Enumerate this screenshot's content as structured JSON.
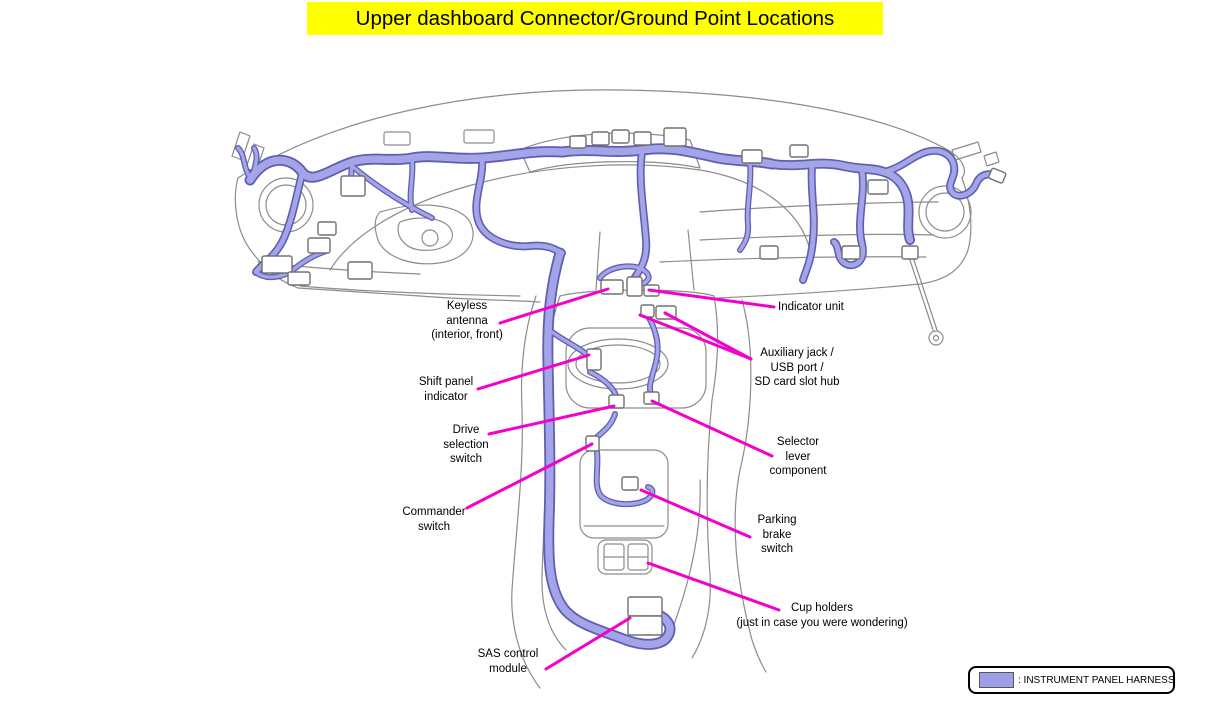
{
  "title": "Upper dashboard Connector/Ground Point Locations",
  "labels": {
    "keyless_antenna": "Keyless\nantenna\n(interior, front)",
    "indicator_unit": "Indicator unit",
    "aux_hub": "Auxiliary jack /\nUSB port /\nSD card slot hub",
    "shift_panel": "Shift panel\nindicator",
    "drive_selection": "Drive\nselection\nswitch",
    "commander": "Commander\nswitch",
    "selector_lever": "Selector\nlever\ncomponent",
    "parking_brake": "Parking\nbrake\nswitch",
    "cup_holders": "Cup holders\n(just in case you were wondering)",
    "sas_module": "SAS control\nmodule"
  },
  "legend": {
    "text": ": INSTRUMENT PANEL HARNESS",
    "swatch_color": "#9f9fe8"
  },
  "colors": {
    "banner_background": "#ffff00",
    "callout_line": "#f400cc",
    "harness_fill": "#a4a4e8",
    "harness_outline": "#5f5fb2",
    "line_art": "#8c8c8c"
  }
}
